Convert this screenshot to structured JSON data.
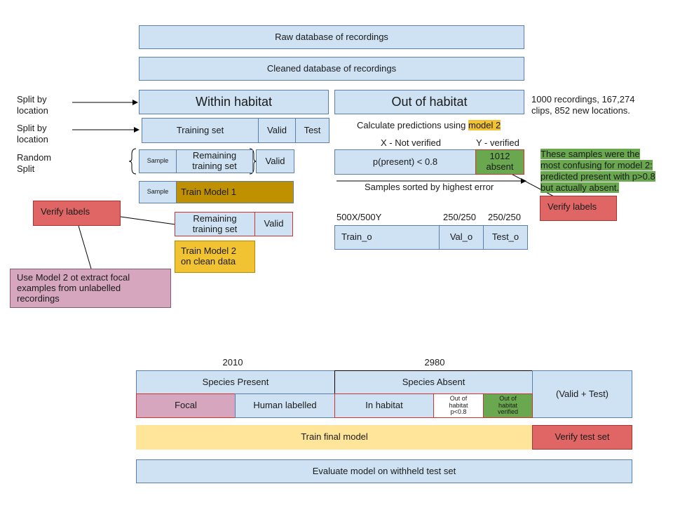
{
  "top": {
    "raw": "Raw database of recordings",
    "cleaned": "Cleaned database of recordings"
  },
  "left_labels": {
    "split1": "Split by\nlocation",
    "split2": "Split by\nlocation",
    "random": "Random\nSplit"
  },
  "within": {
    "title": "Within habitat",
    "training_set": "Training set",
    "valid": "Valid",
    "test": "Test",
    "sample": "Sample",
    "remaining": "Remaining\ntraining set",
    "valid2": "Valid",
    "sample2": "Sample",
    "train_model1": "Train Model 1",
    "remaining2": "Remaining\ntraining set",
    "valid3": "Valid",
    "train_model2": "Train Model 2\non clean data"
  },
  "verify_left": "Verify labels",
  "focal_note": "Use Model 2 ot extract focal examples from unlabelled recordings",
  "out": {
    "title": "Out of habitat",
    "stats": "1000 recordings, 167,274 clips, 852 new locations.",
    "calc_prefix": "Calculate predictions using ",
    "calc_model": "model 2",
    "x_label": "X - Not verified",
    "y_label": "Y - verified",
    "p_present": "p(present) < 0.8",
    "absent": "1012\nabsent",
    "sorted": "Samples sorted by highest error",
    "note": "These samples were the most confusing for model 2: predicted present with p>0.8 but actually absent.",
    "verify": "Verify labels",
    "n_train": "500X/500Y",
    "n_val": "250/250",
    "n_test": "250/250",
    "train_o": "Train_o",
    "val_o": "Val_o",
    "test_o": "Test_o"
  },
  "bottom": {
    "n_present": "2010",
    "n_absent": "2980",
    "present": "Species Present",
    "absent": "Species Absent",
    "valid_test": "(Valid + Test)",
    "focal": "Focal",
    "human": "Human labelled",
    "in_habitat": "In habitat",
    "out_p": "Out of\nhabitat\np<0.8",
    "out_verified": "Out of\nhabitat\nverified",
    "train_final": "Train final model",
    "verify_test": "Verify test set",
    "evaluate": "Evaluate model on withheld test set"
  },
  "colors": {
    "blue": "#cfe2f3",
    "red": "#e06666",
    "pink": "#d5a6bd",
    "gold": "#bf9000",
    "yellow": "#f1c232",
    "green": "#6aa84f",
    "pale_yellow": "#ffe599"
  }
}
